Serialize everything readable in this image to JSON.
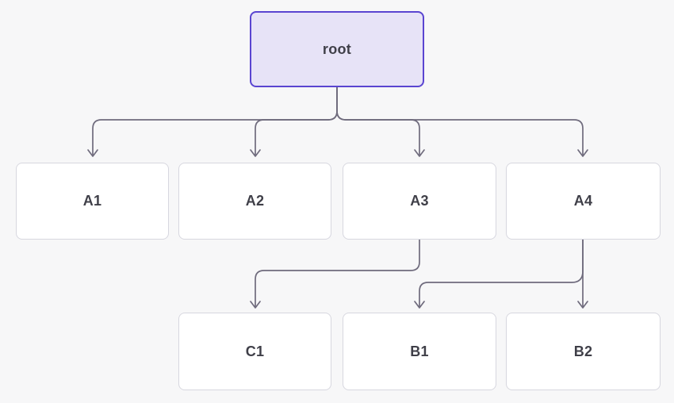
{
  "diagram": {
    "type": "flowchart-tree",
    "nodes": {
      "root": {
        "label": "root"
      },
      "a1": {
        "label": "A1"
      },
      "a2": {
        "label": "A2"
      },
      "a3": {
        "label": "A3"
      },
      "a4": {
        "label": "A4"
      },
      "c1": {
        "label": "C1"
      },
      "b1": {
        "label": "B1"
      },
      "b2": {
        "label": "B2"
      }
    },
    "edges": [
      {
        "from": "root",
        "to": "A1"
      },
      {
        "from": "root",
        "to": "A2"
      },
      {
        "from": "root",
        "to": "A3"
      },
      {
        "from": "root",
        "to": "A4"
      },
      {
        "from": "A3",
        "to": "C1"
      },
      {
        "from": "A4",
        "to": "B1"
      },
      {
        "from": "A4",
        "to": "B2"
      }
    ],
    "colors": {
      "background": "#f7f7f8",
      "node_fill": "#ffffff",
      "node_border": "#d7d7df",
      "root_fill": "#e7e3f7",
      "root_border": "#5a45d1",
      "edge": "#6f6b7d",
      "text": "#3f3f48"
    }
  }
}
